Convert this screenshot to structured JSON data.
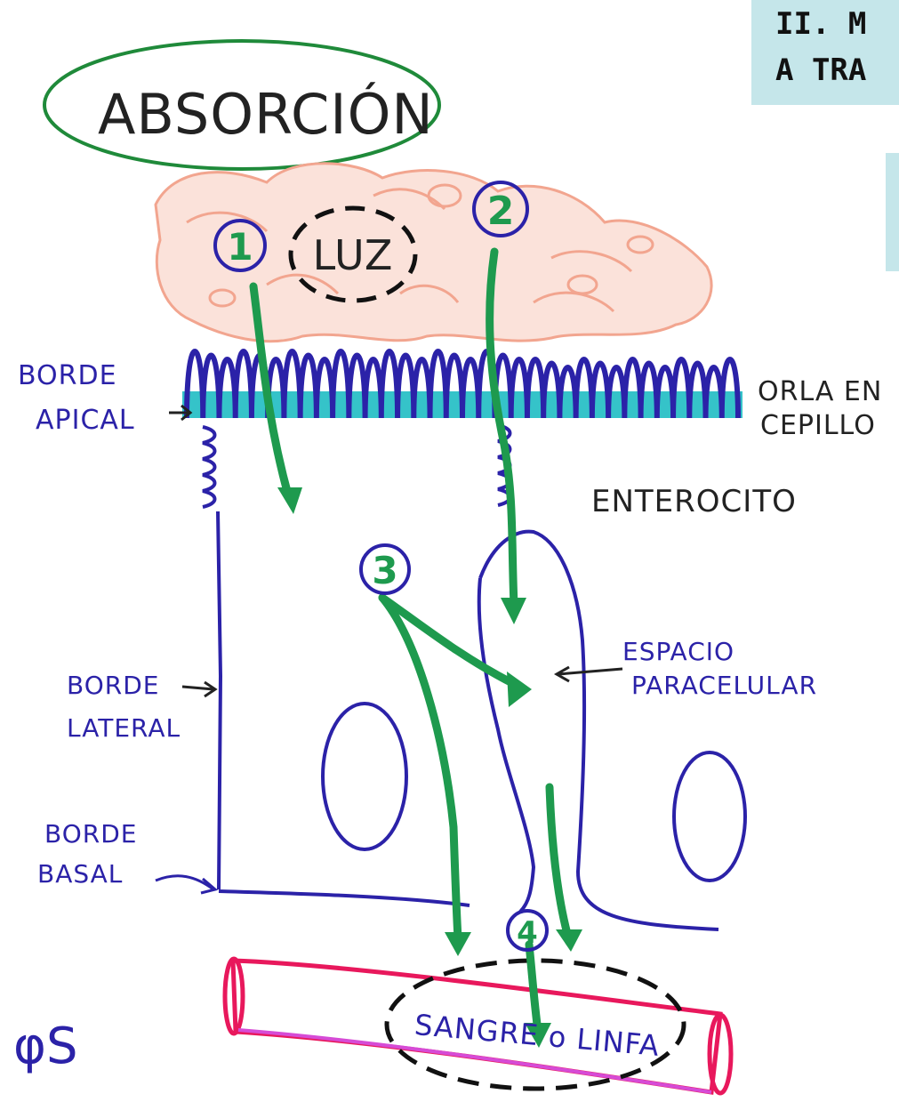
{
  "header": {
    "line1": "II. M",
    "line2": "A TRA"
  },
  "title": "ABSORCIÓN",
  "lumen_label": "LUZ",
  "steps": [
    "1",
    "2",
    "3",
    "4"
  ],
  "labels": {
    "apical_1": "BORDE",
    "apical_2": "APICAL",
    "brush_1": "ORLA EN",
    "brush_2": "CEPILLO",
    "enterocyte": "ENTEROCITO",
    "paracellular_1": "ESPACIO",
    "paracellular_2": "PARACELULAR",
    "lateral_1": "BORDE",
    "lateral_2": "LATERAL",
    "basal_1": "BORDE",
    "basal_2": "BASAL",
    "vessel": "SANGRE o LINFA",
    "signature": "φS"
  },
  "colors": {
    "cell_outline": "#2b22a8",
    "arrows": "#1e9a4e",
    "title_oval": "#1f8a3a",
    "lumen_content": "#f2a58f",
    "brush_fill": "#35c3c9",
    "vessel": "#e8185c",
    "header_box": "#c5e6ea"
  }
}
